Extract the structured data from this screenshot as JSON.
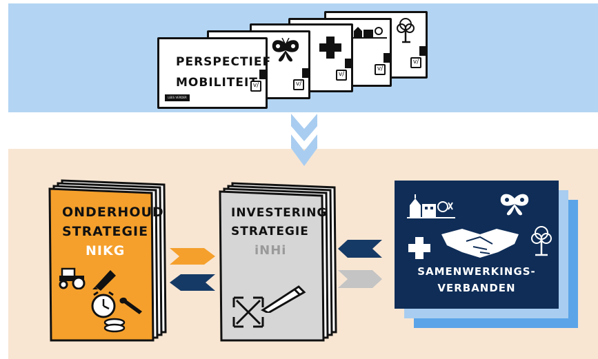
{
  "top_section": {
    "card_main": {
      "title_line1": "PERSPECTIEF",
      "title_line2": "MOBILITEIT",
      "button_label": "LEES VERDER"
    }
  },
  "books": {
    "onderhoud": {
      "line1": "ONDERHOUD",
      "line2": "STRATEGIE",
      "line3": "NIKG",
      "color": "#f5a02c",
      "icons": [
        "tractor-icon",
        "pen-icon",
        "clock-icon",
        "wrench-icon",
        "coins-icon"
      ]
    },
    "investering": {
      "line1": "INVESTERING",
      "line2": "STRATEGIE",
      "line3": "iNHi",
      "color": "#d6d6d6",
      "icons": [
        "pen-icon",
        "expand-arrows-icon"
      ]
    },
    "samenwerking": {
      "line1": "SAMENWERKINGS-",
      "line2": "VERBANDEN",
      "color": "#0f2d57",
      "icons": [
        "village-icon",
        "butterfly-icon",
        "cross-icon",
        "handshake-icon",
        "tree-icon"
      ]
    }
  },
  "colors": {
    "top_band": "#b3d5f3",
    "bottom_band": "#f8e6d3",
    "arrow_orange": "#f5a02c",
    "arrow_navy": "#163a66",
    "arrow_light_blue": "#a9cdf0",
    "arrow_grey": "#c4c4c4"
  }
}
